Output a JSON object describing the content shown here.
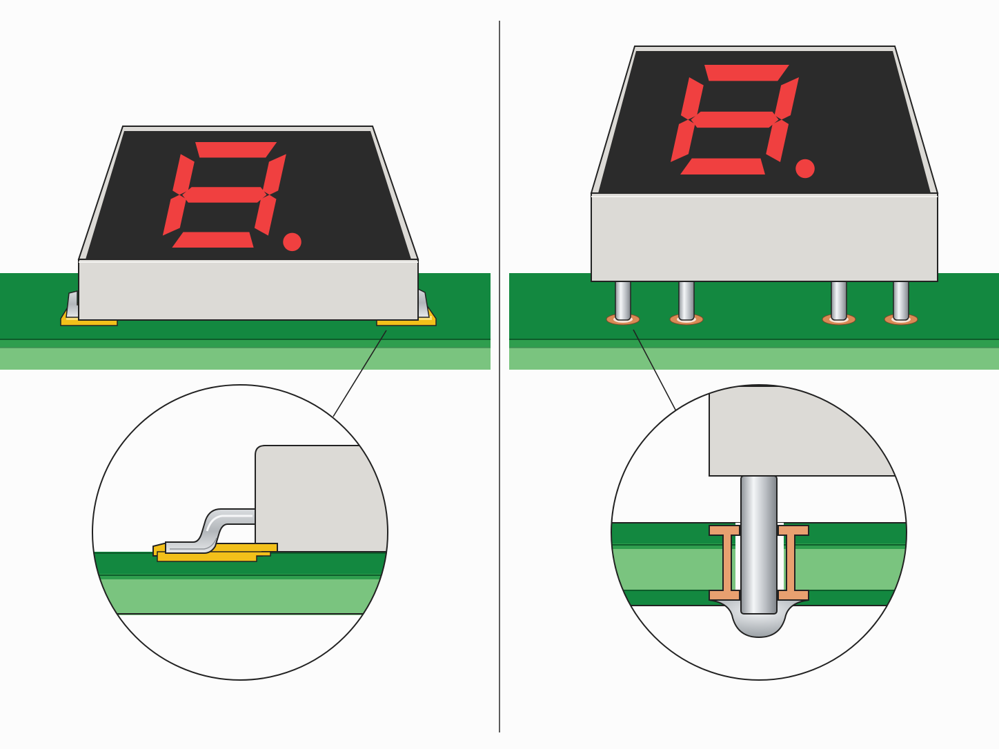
{
  "panels": [
    {
      "id": "surface-mount",
      "component": "seven-segment-display",
      "mounting": "surface-mount",
      "digit": "8",
      "decimal_point": true,
      "detail_view": "gull-wing-lead-on-pad"
    },
    {
      "id": "through-hole",
      "component": "seven-segment-display",
      "mounting": "through-hole",
      "digit": "8",
      "decimal_point": true,
      "detail_view": "pin-through-plated-hole"
    }
  ],
  "colors": {
    "background": "#fcfcfc",
    "display_face": "#2b2b2b",
    "segment_on": "#f04040",
    "body": "#dcdad6",
    "pcb_top": "#138840",
    "pcb_core": "#7ac47f",
    "pad_gold": "#f2c01a",
    "copper_plating": "#e8a070",
    "metal": "#c4c8cc",
    "outline": "#222222"
  }
}
